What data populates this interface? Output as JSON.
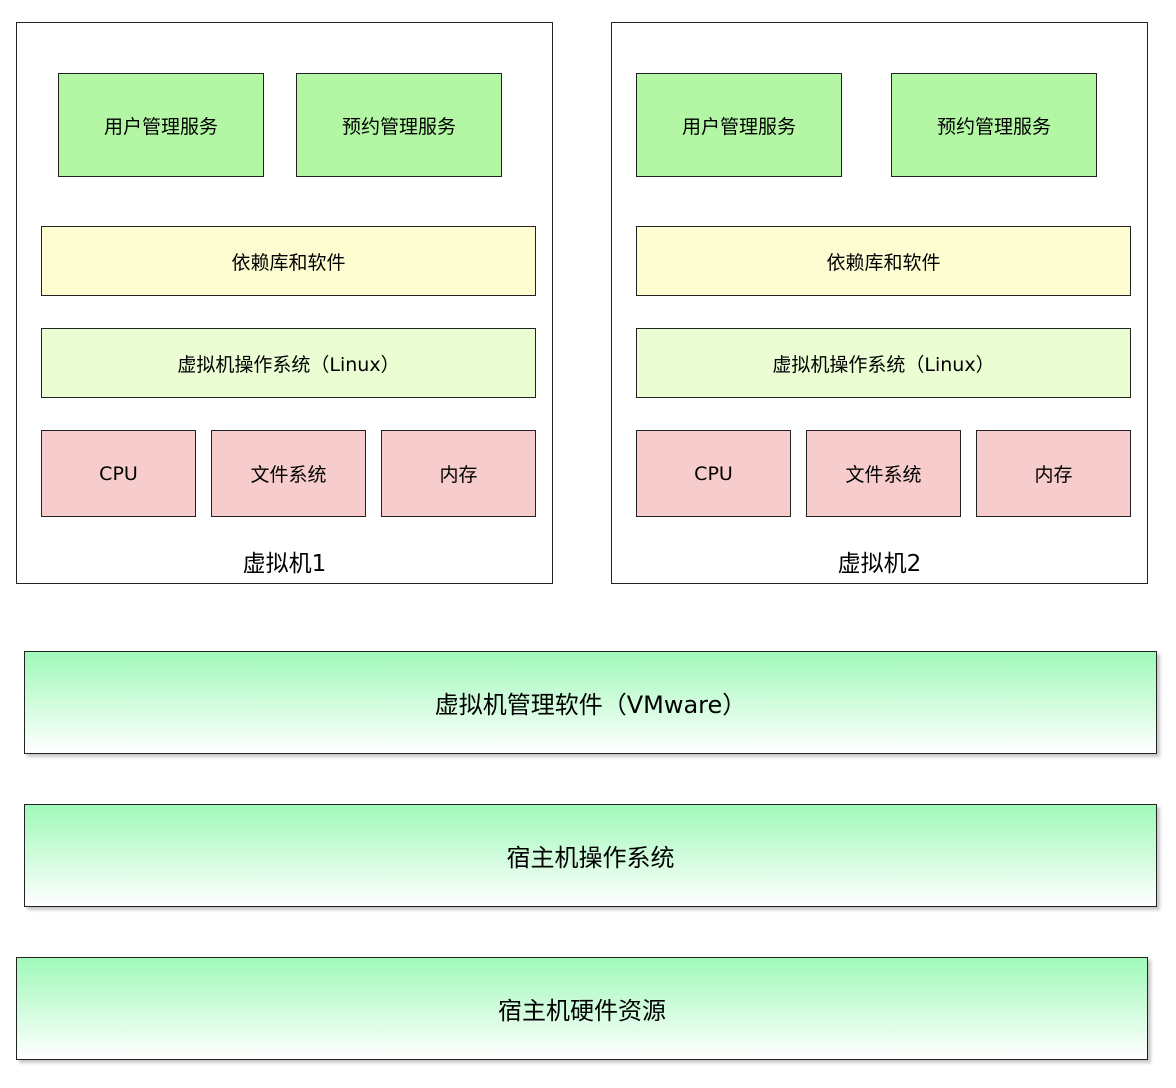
{
  "virtual_machines": [
    {
      "name": "虚拟机1",
      "services": [
        "用户管理服务",
        "预约管理服务"
      ],
      "libraries": "依赖库和软件",
      "guest_os": "虚拟机操作系统（Linux）",
      "resources": [
        "CPU",
        "文件系统",
        "内存"
      ]
    },
    {
      "name": "虚拟机2",
      "services": [
        "用户管理服务",
        "预约管理服务"
      ],
      "libraries": "依赖库和软件",
      "guest_os": "虚拟机操作系统（Linux）",
      "resources": [
        "CPU",
        "文件系统",
        "内存"
      ]
    }
  ],
  "layers": {
    "hypervisor": "虚拟机管理软件（VMware）",
    "host_os": "宿主机操作系统",
    "host_hardware": "宿主机硬件资源"
  },
  "colors": {
    "service": "#b3f7a5",
    "library": "#fefdd2",
    "guest_os": "#eafdd3",
    "resource": "#f6cdcc",
    "layer_top": "#a0f9b9",
    "layer_bottom": "#ffffff"
  }
}
